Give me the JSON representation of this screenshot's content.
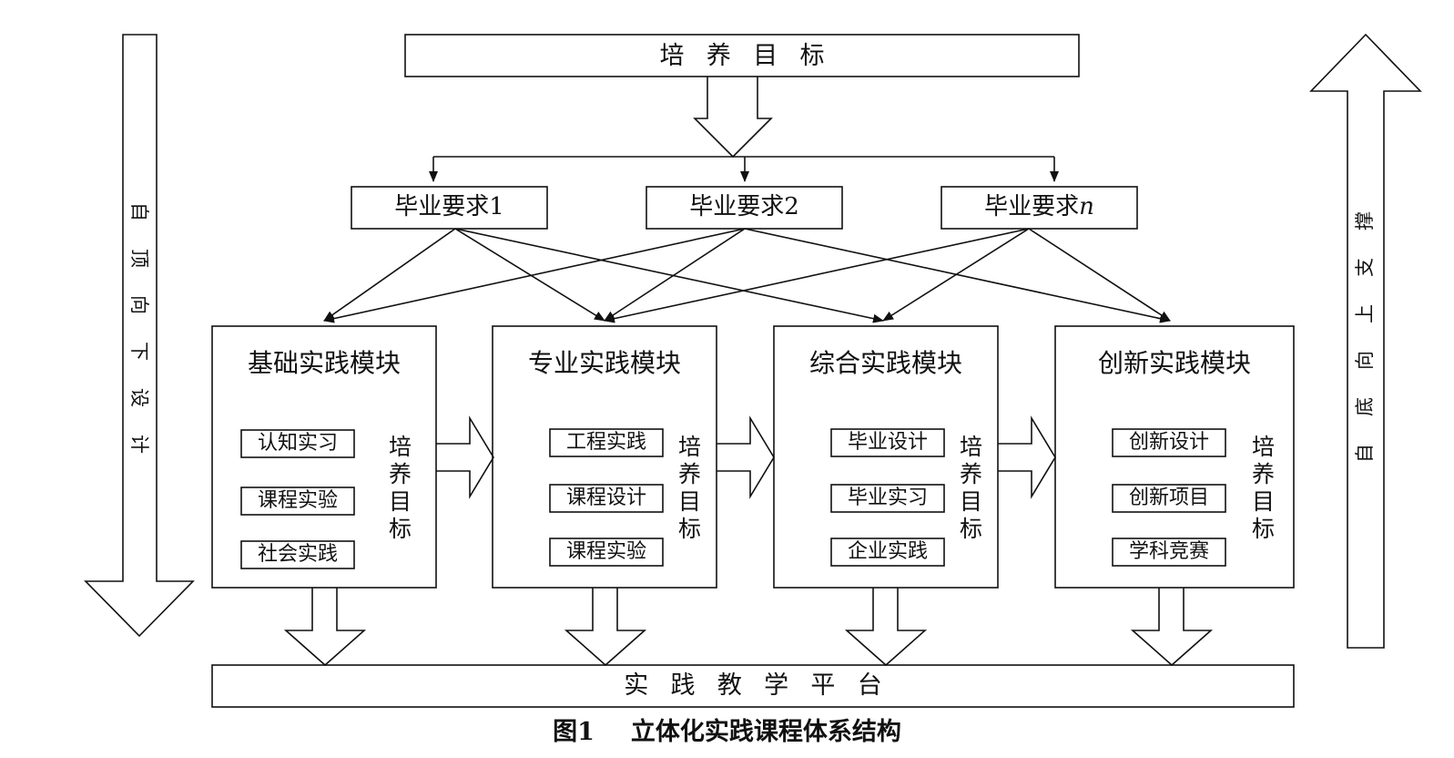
{
  "top_title": "培养目标",
  "requirements": [
    {
      "text": "毕业要求",
      "suffix": "1"
    },
    {
      "text": "毕业要求",
      "suffix": "2"
    },
    {
      "text": "毕业要求",
      "suffix": "n"
    }
  ],
  "modules": [
    {
      "title": "基础实践模块",
      "items": [
        "认知实习",
        "课程实验",
        "社会实践"
      ]
    },
    {
      "title": "专业实践模块",
      "items": [
        "工程实践",
        "课程设计",
        "课程实验"
      ]
    },
    {
      "title": "综合实践模块",
      "items": [
        "毕业设计",
        "毕业实习",
        "企业实践"
      ]
    },
    {
      "title": "创新实践模块",
      "items": [
        "创新设计",
        "创新项目",
        "学科竞赛"
      ]
    }
  ],
  "module_goal": "培养目标",
  "bottom_platform": "实践教学平台",
  "left_arrow_text": "自顶向下设计",
  "right_arrow_text": "自底向上支撑",
  "caption_number": "图1",
  "caption_title": "立体化实践课程体系结构"
}
